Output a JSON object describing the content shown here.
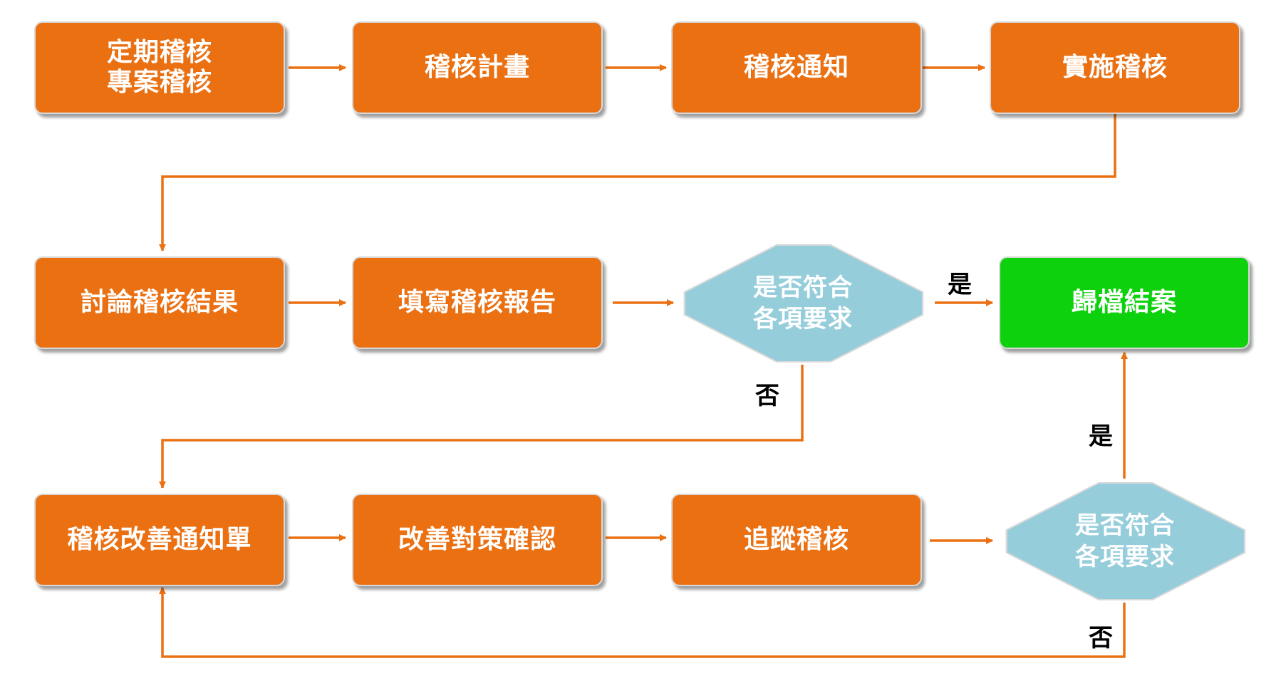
{
  "steps": {
    "start": {
      "line1": "定期稽核",
      "line2": "專案稽核"
    },
    "plan": "稽核計畫",
    "notice": "稽核通知",
    "execute": "實施稽核",
    "discuss": "討論稽核結果",
    "report": "填寫稽核報告",
    "archive": "歸檔結案",
    "improve_notice": "稽核改善通知單",
    "countermeasure": "改善對策確認",
    "follow_up": "追蹤稽核"
  },
  "decisions": {
    "check1": {
      "line1": "是否符合",
      "line2": "各項要求"
    },
    "check2": {
      "line1": "是否符合",
      "line2": "各項要求"
    }
  },
  "edge_labels": {
    "check1_yes": "是",
    "check1_no": "否",
    "check2_yes": "是",
    "check2_no": "否"
  },
  "colors": {
    "process_box": "#ea7012",
    "final_box": "#0cd10c",
    "decision": "#96cddb",
    "arrow": "#ea7012"
  }
}
